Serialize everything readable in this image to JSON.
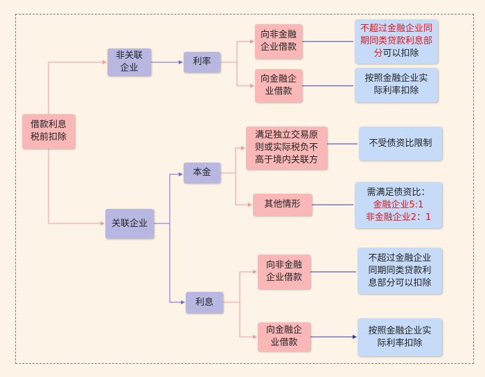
{
  "root": "借款利息税前扣除",
  "non_related": {
    "label": "非关联企业",
    "rate": "利率",
    "non_fin": "向非金融企业借款",
    "non_fin_result": {
      "red": "不超过金融企业同期同类贷款利息部分",
      "black": "可以扣除"
    },
    "fin": "向金融企业借款",
    "fin_result": "按照金融企业实际利率扣除"
  },
  "related": {
    "label": "关联企业",
    "principal": "本金",
    "arm_length": "满足独立交易原则或实际税负不高于境内关联方",
    "arm_length_result": "不受债资比限制",
    "other": "其他情形",
    "other_result": {
      "title": "需满足债资比：",
      "line1": "金融企业5:1",
      "line2": "非金融企业2：1"
    },
    "interest": "利息",
    "non_fin": "向非金融企业借款",
    "non_fin_result": "不超过金融企业同期同类贷款利息部分可以扣除",
    "fin": "向金融企业借款",
    "fin_result": "按照金融企业实际利率扣除"
  },
  "colors": {
    "pink": "#f9b7b7",
    "purple": "#b7b7e2",
    "blue": "#c6dbf7",
    "red": "#e8141a"
  }
}
